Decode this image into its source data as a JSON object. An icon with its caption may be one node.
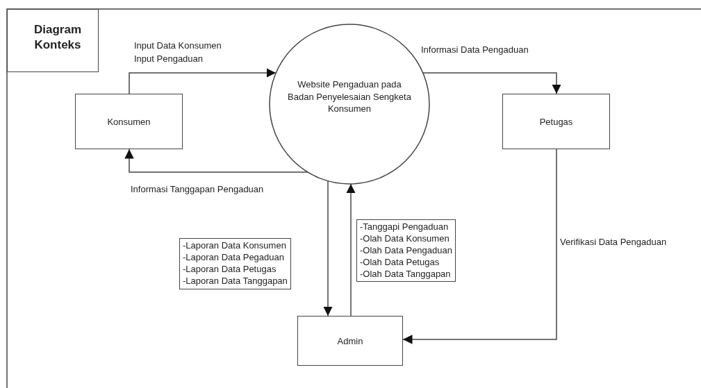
{
  "diagram": {
    "nodes": [
      {
        "text": [
          "Konsumen"
        ]
      },
      {
        "text": [
          "Website Pengaduan pada Badan Penyelesaian Sengketa Konsumen"
        ]
      },
      {
        "text": [
          "Petugas"
        ]
      },
      {
        "text": [
          "Admin"
        ]
      },
      {
        "text": [
          "-Laporan Data Konsumen -Laporan Data Pegaduan -Laporan Data Petugas -Laporan Data Tanggapan"
        ]
      },
      {
        "text": [
          "-Tanggapi Pengaduan -Olah Data Konsumen -Olah Data Pengaduan -Olah Data Petugas -Olah Data Tanggapan"
        ]
      },
      {
        "text": [
          "Diagram Konteks"
        ]
      }
    ],
    "edges": [
      {
        "from": 0,
        "to": 1,
        "arrow": "to",
        "label": "Input Data Konsumen Input Pengaduan"
      },
      {
        "from": 1,
        "to": 2,
        "arrow": "to",
        "label": "Informasi Data Pengaduan"
      },
      {
        "from": 1,
        "to": 0,
        "arrow": "to",
        "label": "Informasi Tanggapan Pengaduan"
      },
      {
        "from": 1,
        "to": 3,
        "arrow": "to"
      },
      {
        "from": 3,
        "to": 1,
        "arrow": "to"
      },
      {
        "from": 2,
        "to": 3,
        "arrow": "to",
        "label": "Verifikasi Data Pengaduan"
      }
    ]
  }
}
